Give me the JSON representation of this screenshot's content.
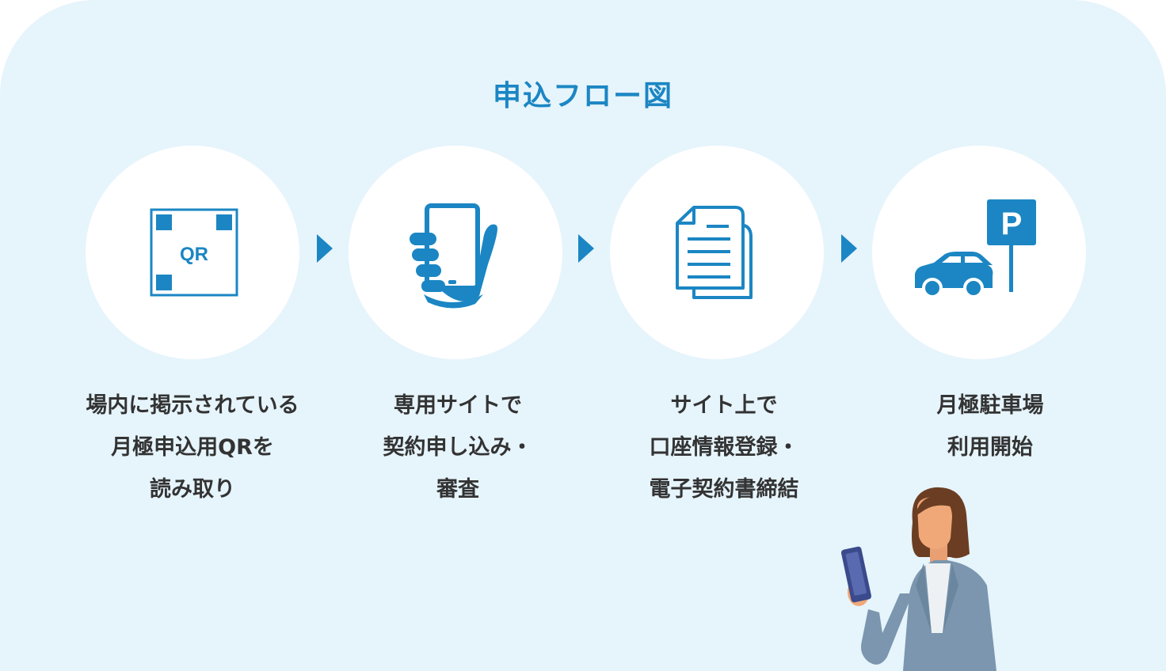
{
  "title": "申込フロー図",
  "steps": [
    {
      "icon": "qr-code-icon",
      "lines": [
        "場内に掲示されている",
        "月極申込用QRを",
        "読み取り"
      ],
      "icon_text": "QR"
    },
    {
      "icon": "smartphone-hand-icon",
      "lines": [
        "専用サイトで",
        "契約申し込み・",
        "審査"
      ]
    },
    {
      "icon": "documents-icon",
      "lines": [
        "サイト上で",
        "口座情報登録・",
        "電子契約書締結"
      ]
    },
    {
      "icon": "parking-car-icon",
      "lines": [
        "月極駐車場",
        "利用開始"
      ],
      "icon_text": "P"
    }
  ],
  "colors": {
    "accent": "#1b86c3",
    "background": "#e6f4fc",
    "text": "#333333"
  }
}
